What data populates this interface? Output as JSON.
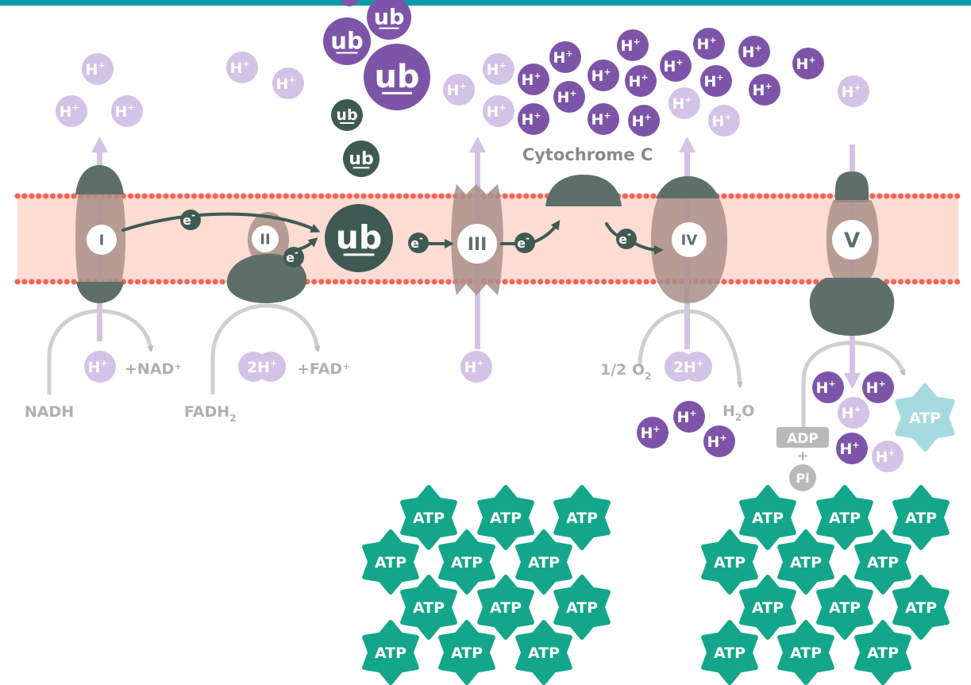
{
  "colors": {
    "top_bar": "#0e9aa7",
    "membrane_fill": "#fddcd3",
    "membrane_dots": "#f2665c",
    "complex": "#a99088",
    "complex_dark": "#5e6f6a",
    "arrow_up": "#d3c3e6",
    "proton_light": "#d3c3e6",
    "proton_dark": "#7d55a8",
    "ub_dark": "#3f5a53",
    "ub_purple": "#7d55a8",
    "atp_green": "#13a68a",
    "atp_light": "#a5dbe0",
    "grey_label": "#a8a8a8",
    "electron": "#3f5a53"
  },
  "labels": {
    "cytochrome": "Cytochrome C",
    "nadh": "NADH",
    "nad_plus": "+NAD⁺",
    "fadh_main": "FADH",
    "fadh_sub": "2",
    "fad_plus": "+FAD⁺",
    "o2_main": "1/2 O",
    "o2_sub": "2",
    "h2o_main": "H",
    "h2o_sub": "2",
    "h2o_end": "O",
    "adp": "ADP",
    "plus": "+",
    "pi": "Pi"
  },
  "complexes": [
    "I",
    "II",
    "III",
    "IV",
    "V"
  ],
  "proton_text": "H",
  "proton_sup": "+",
  "proton_2h": "2H",
  "electron_text": "e",
  "electron_sup": "-",
  "ub_text": "ub",
  "atp_text": "ATP"
}
